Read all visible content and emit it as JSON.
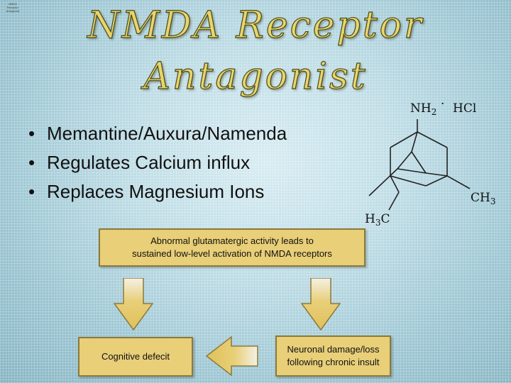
{
  "thumbnail": {
    "lines": [
      "NMDA",
      "Receptor",
      "Antagonist"
    ]
  },
  "title": {
    "line1": "NMDA Receptor",
    "line2": "Antagonist"
  },
  "bullets": [
    "Memantine/Auxura/Namenda",
    "Regulates Calcium influx",
    "Replaces Magnesium Ions"
  ],
  "molecule": {
    "top_label": "NH",
    "top_sub": "2",
    "dot": "·",
    "salt": "HCl",
    "right_label": "CH",
    "right_sub": "3",
    "left_label": "H",
    "left_sub": "3",
    "left_tail": "C"
  },
  "flow": {
    "top_box": {
      "line1": "Abnormal glutamatergic activity leads to",
      "line2": "sustained low-level activation of NMDA receptors"
    },
    "left_box": "Cognitive defecit",
    "right_box": {
      "line1": "Neuronal damage/loss",
      "line2": "following chronic insult"
    }
  },
  "colors": {
    "box_fill": "#e8cf78",
    "title_fill": "#e9d56b"
  }
}
